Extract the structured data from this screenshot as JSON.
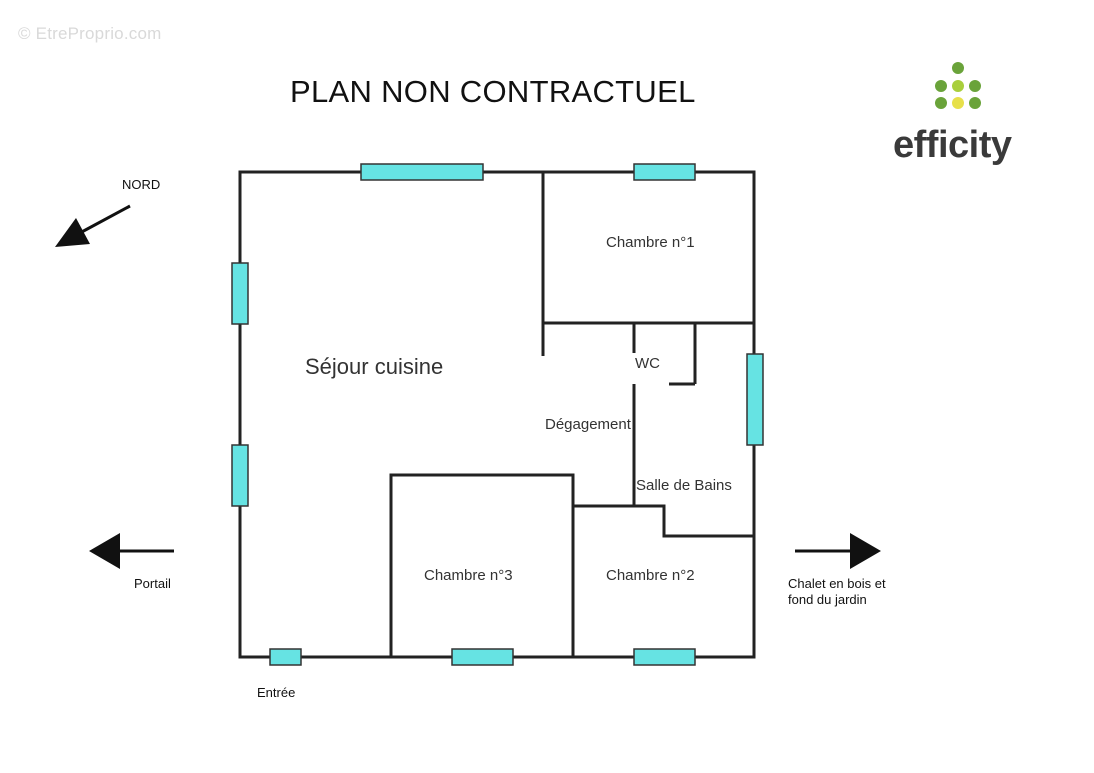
{
  "watermark": "© EtreProprio.com",
  "title": "PLAN NON CONTRACTUEL",
  "brand": {
    "name": "efficity",
    "colors": {
      "dark_green": "#6aa33a",
      "light_green": "#a9cf3c",
      "yellow": "#e7e04a",
      "text": "#3a3a3a"
    }
  },
  "compass": {
    "label": "NORD"
  },
  "directions": {
    "left_label": "Portail",
    "right_label_line1": "Chalet en bois et",
    "right_label_line2": "fond du jardin"
  },
  "entrance_label": "Entrée",
  "rooms": {
    "sejour": "Séjour cuisine",
    "chambre1": "Chambre n°1",
    "wc": "WC",
    "degagement": "Dégagement",
    "salle_de_bains": "Salle de Bains",
    "chambre3": "Chambre n°3",
    "chambre2": "Chambre n°2"
  },
  "colors": {
    "wall": "#222222",
    "window": "#66e3e3",
    "window_border": "#333333"
  }
}
